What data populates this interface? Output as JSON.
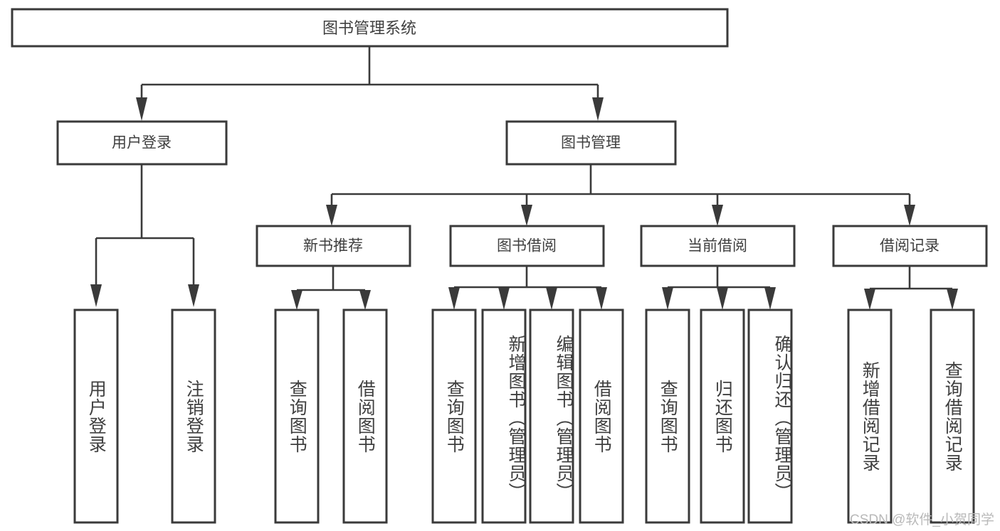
{
  "diagram": {
    "type": "tree-hierarchy",
    "title": "图书管理系统",
    "root": {
      "id": "root",
      "label": "图书管理系统",
      "orientation": "horizontal"
    },
    "level1": [
      {
        "id": "user-login",
        "label": "用户登录",
        "orientation": "horizontal"
      },
      {
        "id": "book-manage",
        "label": "图书管理",
        "orientation": "horizontal"
      }
    ],
    "level2": [
      {
        "id": "new-book-recommend",
        "label": "新书推荐",
        "parent": "book-manage",
        "orientation": "horizontal"
      },
      {
        "id": "book-borrow",
        "label": "图书借阅",
        "parent": "book-manage",
        "orientation": "horizontal"
      },
      {
        "id": "current-borrow",
        "label": "当前借阅",
        "parent": "book-manage",
        "orientation": "horizontal"
      },
      {
        "id": "borrow-record",
        "label": "借阅记录",
        "parent": "book-manage",
        "orientation": "horizontal"
      }
    ],
    "leaves": [
      {
        "id": "leaf-user-login",
        "label": "用户登录",
        "parent": "user-login",
        "orientation": "vertical",
        "align": "center"
      },
      {
        "id": "leaf-logout",
        "label": "注销登录",
        "parent": "user-login",
        "orientation": "vertical",
        "align": "center"
      },
      {
        "id": "leaf-query-book-1",
        "label": "查询图书",
        "parent": "new-book-recommend",
        "orientation": "vertical",
        "align": "center"
      },
      {
        "id": "leaf-borrow-book-1",
        "label": "借阅图书",
        "parent": "new-book-recommend",
        "orientation": "vertical",
        "align": "center"
      },
      {
        "id": "leaf-query-book-2",
        "label": "查询图书",
        "parent": "book-borrow",
        "orientation": "vertical",
        "align": "center"
      },
      {
        "id": "leaf-add-book",
        "label": "新增图书（管理员）",
        "parent": "book-borrow",
        "orientation": "vertical",
        "align": "start"
      },
      {
        "id": "leaf-edit-book",
        "label": "编辑图书（管理员）",
        "parent": "book-borrow",
        "orientation": "vertical",
        "align": "start"
      },
      {
        "id": "leaf-borrow-book-2",
        "label": "借阅图书",
        "parent": "book-borrow",
        "orientation": "vertical",
        "align": "center"
      },
      {
        "id": "leaf-query-book-3",
        "label": "查询图书",
        "parent": "current-borrow",
        "orientation": "vertical",
        "align": "center"
      },
      {
        "id": "leaf-return-book",
        "label": "归还图书",
        "parent": "current-borrow",
        "orientation": "vertical",
        "align": "center"
      },
      {
        "id": "leaf-confirm-return",
        "label": "确认归还（管理员）",
        "parent": "current-borrow",
        "orientation": "vertical",
        "align": "start"
      },
      {
        "id": "leaf-add-record",
        "label": "新增借阅记录",
        "parent": "borrow-record",
        "orientation": "vertical",
        "align": "center"
      },
      {
        "id": "leaf-query-record",
        "label": "查询借阅记录",
        "parent": "borrow-record",
        "orientation": "vertical",
        "align": "center"
      }
    ],
    "watermark": "CSDN @软件_小贺同学",
    "colors": {
      "background": "#ffffff",
      "box_fill": "#ffffff",
      "box_stroke": "#3a3a3a",
      "connector": "#3a3a3a",
      "text": "#3f3f3f",
      "watermark": "#b9b9b9"
    }
  }
}
